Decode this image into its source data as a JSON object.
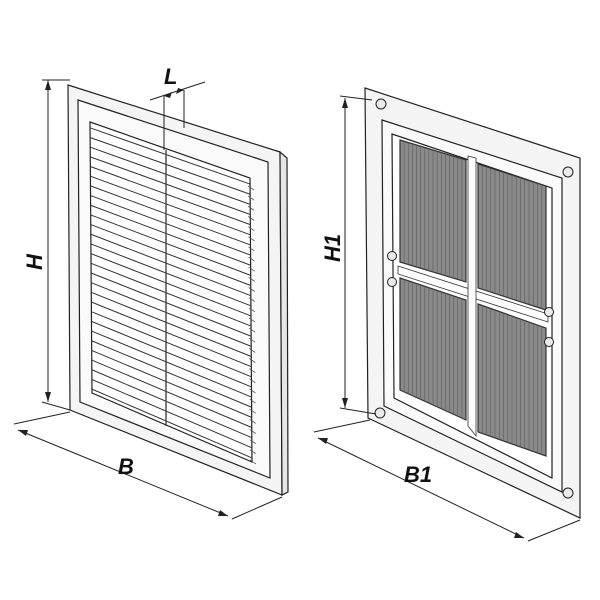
{
  "front_grille": {
    "label_height": "H",
    "label_width": "B",
    "label_louver": "L"
  },
  "rear_grille": {
    "label_height": "H1",
    "label_width": "B1"
  },
  "colors": {
    "line": "#222222",
    "fill": "#f4f4f4",
    "mesh": "#8a8a8a"
  }
}
